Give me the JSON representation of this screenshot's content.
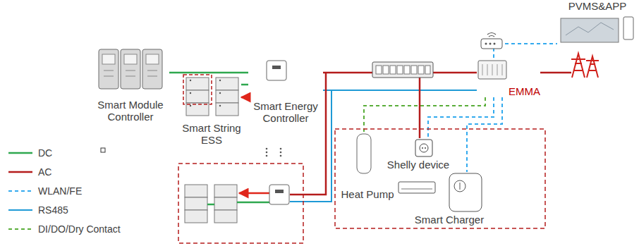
{
  "diagram": {
    "nodes": [
      {
        "text": [
          "PVMS&APP"
        ]
      },
      {
        "text": [
          "Smart Module Controller"
        ]
      },
      {
        "text": [
          "Smart String ESS"
        ]
      },
      {
        "text": [
          "Smart Energy Controller"
        ]
      },
      {
        "text": [
          "EMMA"
        ]
      },
      {
        "text": [
          "Heat Pump"
        ]
      },
      {
        "text": [
          "Shelly device"
        ]
      },
      {
        "text": [
          "Smart Charger"
        ]
      }
    ],
    "edges": [
      {
        "from": 1,
        "to": 3,
        "arrow": "none"
      },
      {
        "from": 2,
        "to": 3,
        "arrow": "none"
      },
      {
        "from": 3,
        "to": 2,
        "arrow": "to"
      },
      {
        "from": 3,
        "to": 4,
        "arrow": "none"
      },
      {
        "from": 3,
        "to": 4,
        "arrow": "none"
      },
      {
        "from": 4,
        "to": 0,
        "arrow": "none"
      },
      {
        "from": 4,
        "to": 5,
        "arrow": "none"
      },
      {
        "from": 4,
        "to": 6,
        "arrow": "none"
      },
      {
        "from": 4,
        "to": 7,
        "arrow": "none"
      }
    ],
    "legend": [
      {
        "text": "DC"
      },
      {
        "text": "AC"
      },
      {
        "text": "WLAN/FE"
      },
      {
        "text": "RS485"
      },
      {
        "text": "DI/DO/Dry Contact"
      }
    ]
  }
}
